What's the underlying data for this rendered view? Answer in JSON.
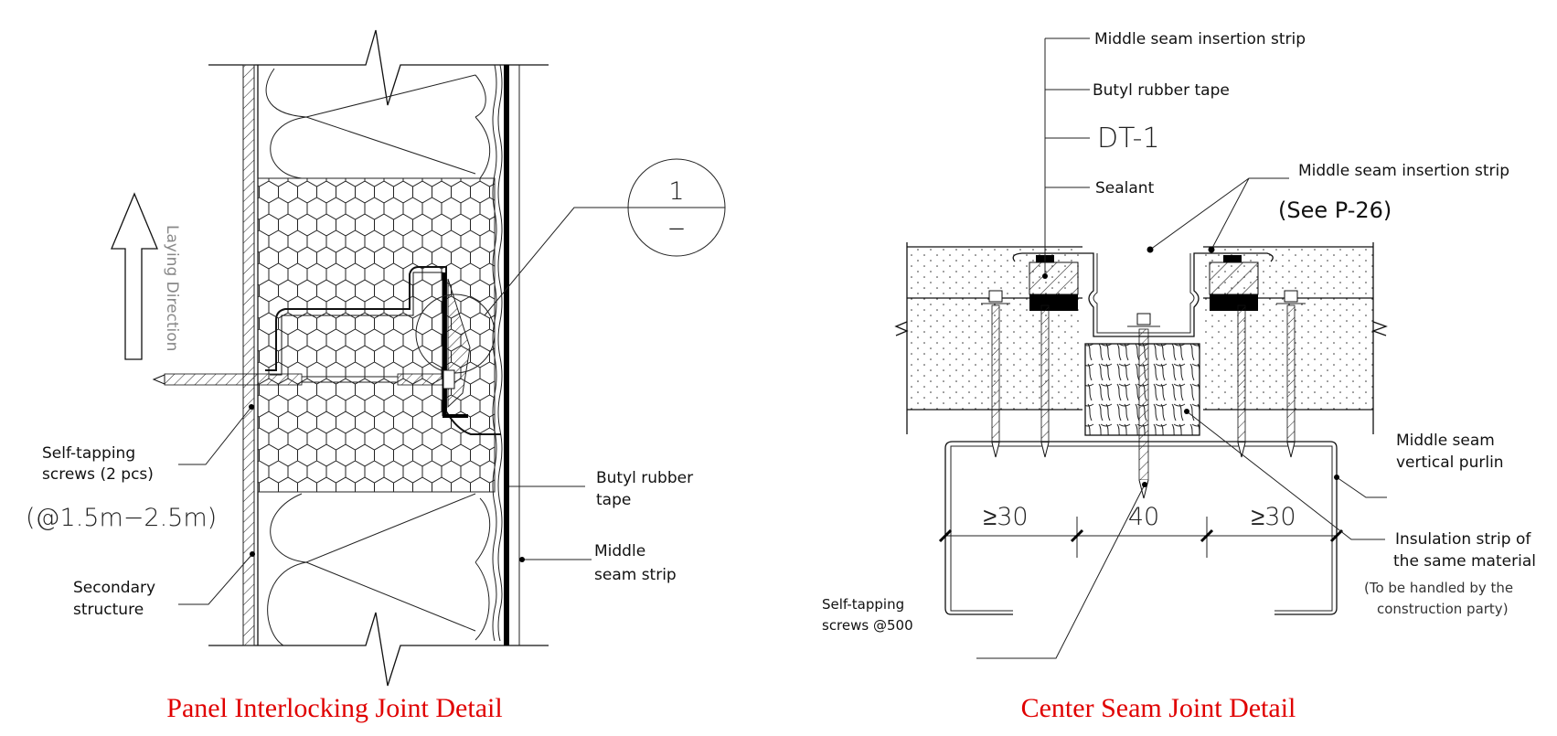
{
  "left_detail": {
    "title": "Panel Interlocking Joint Detail",
    "callout_number": "1",
    "callout_sub": "—",
    "laying_direction": "Laying Direction",
    "screws_label_1": "Self-tapping",
    "screws_label_2": "screws (2 pcs)",
    "spacing": "(@1.5m−2.5m)",
    "secondary_1": "Secondary",
    "secondary_2": "structure",
    "butyl_1": "Butyl rubber",
    "butyl_2": "tape",
    "middle_1": "Middle",
    "middle_2": "seam strip"
  },
  "right_detail": {
    "title": "Center Seam Joint Detail",
    "insertion_strip_top": "Middle seam insertion strip",
    "butyl": "Butyl rubber tape",
    "code": "DT-1",
    "sealant": "Sealant",
    "insertion_strip_right": "Middle seam insertion strip",
    "see_ref": "(See P-26)",
    "purlin_1": "Middle seam",
    "purlin_2": "vertical purlin",
    "insulation_1": "Insulation strip of",
    "insulation_2": "the same material",
    "note_1": "(To be handled by the",
    "note_2": "construction party)",
    "screws_1": "Self-tapping",
    "screws_2": "screws @500",
    "dim_left": "≥30",
    "dim_mid": "40",
    "dim_right": "≥30"
  },
  "colors": {
    "title": "#e00000",
    "line": "#111111"
  }
}
